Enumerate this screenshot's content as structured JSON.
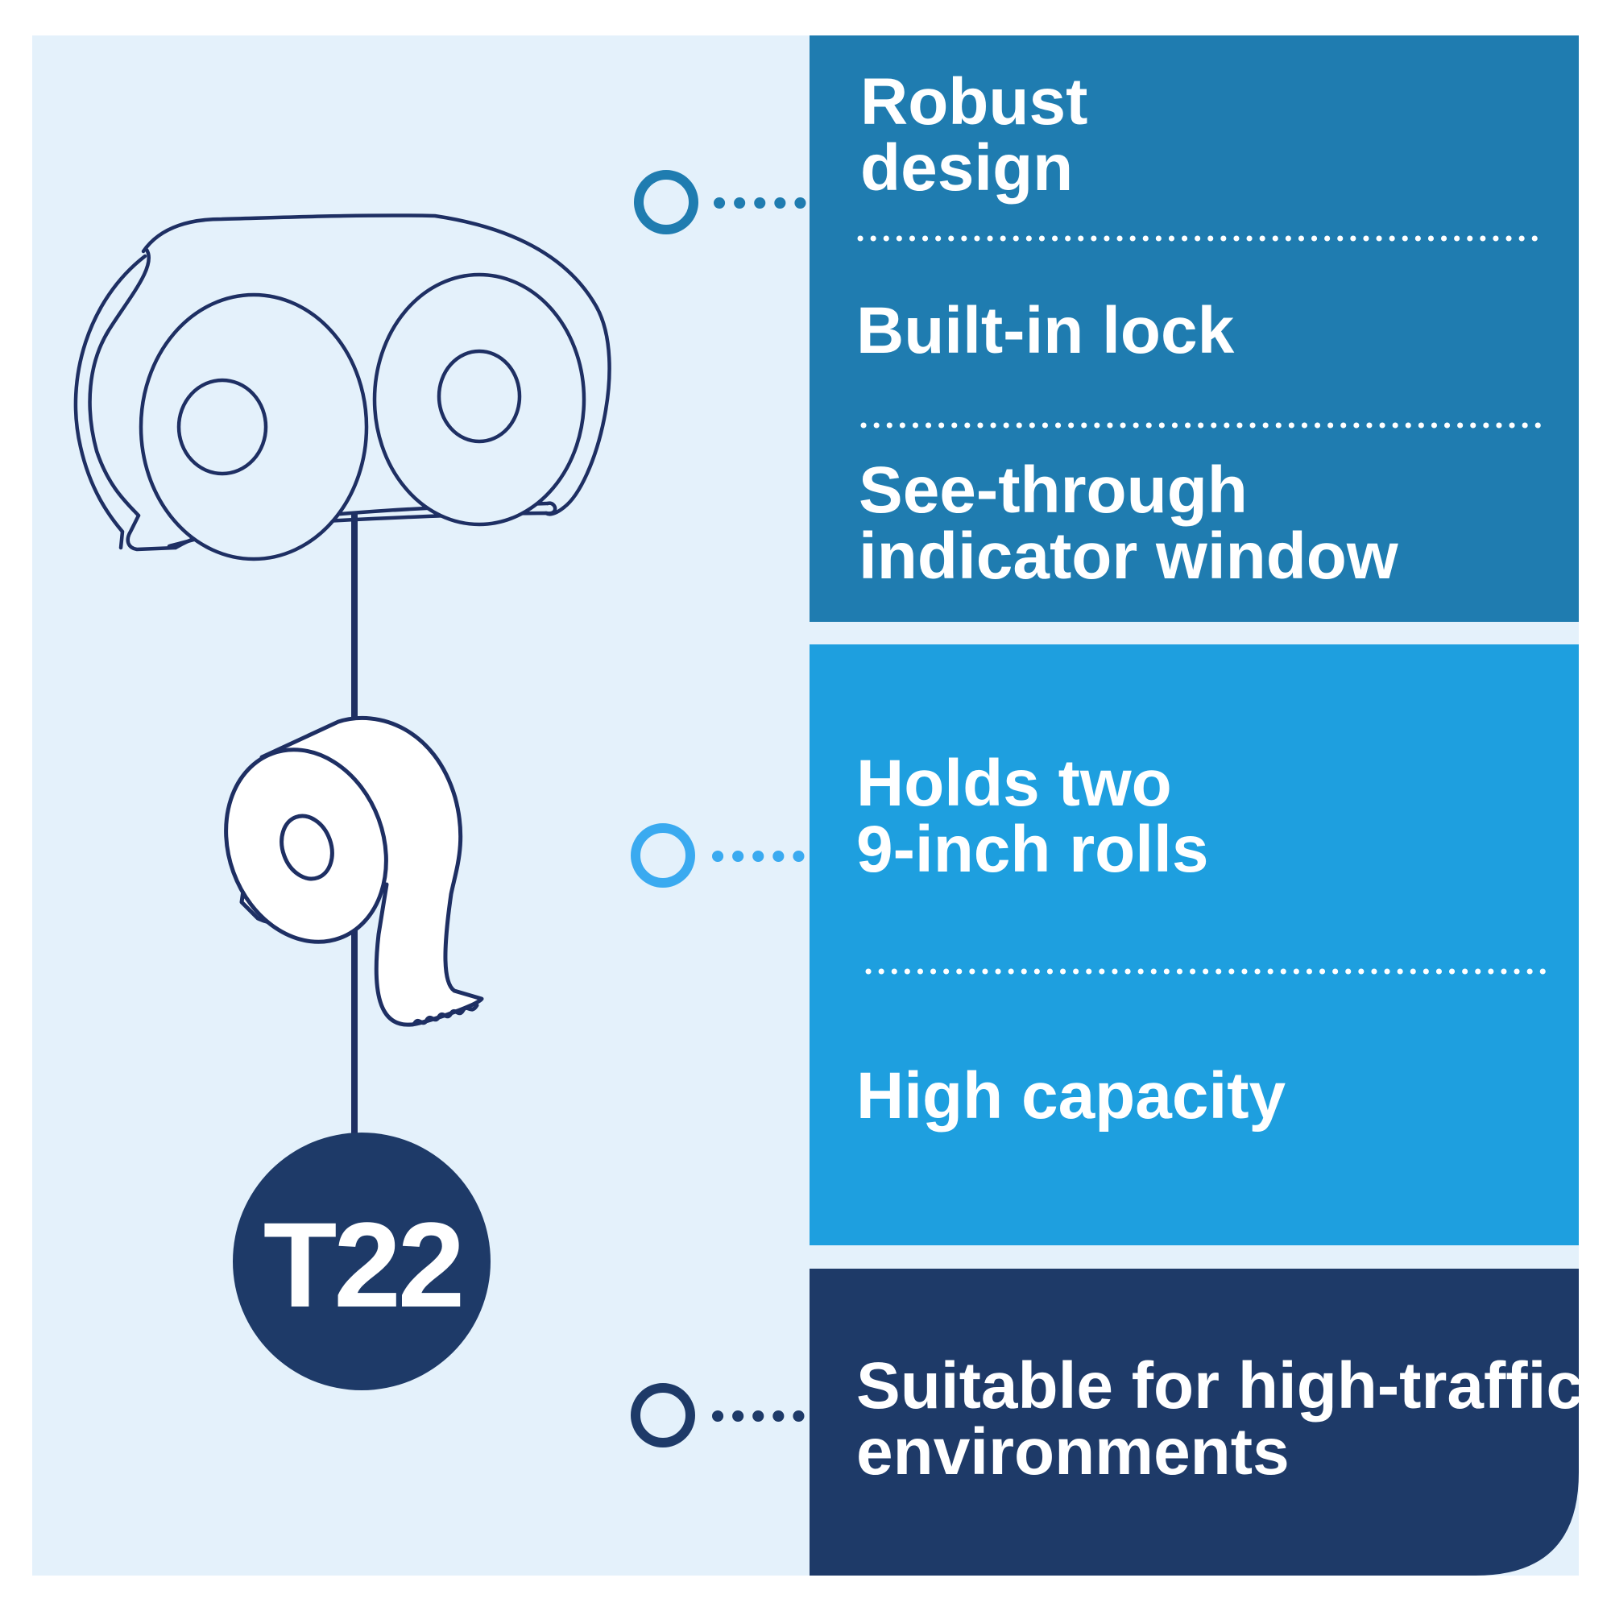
{
  "colors": {
    "background": "#e4f1fb",
    "panel_top": "#1f7cb0",
    "panel_middle": "#1e9fdf",
    "panel_bottom": "#1e3a68",
    "outline": "#1e2f63",
    "badge": "#1e3a68",
    "text": "#ffffff"
  },
  "illustration": {
    "dispenser": "twin-roll-dispenser-outline",
    "roll": "toilet-roll-outline"
  },
  "badge": {
    "label": "T22"
  },
  "features": {
    "top": {
      "robust": {
        "line1": "Robust",
        "line2": "design"
      },
      "lock": {
        "line1": "Built-in lock"
      },
      "window": {
        "line1": "See-through",
        "line2": "indicator window"
      }
    },
    "middle": {
      "rolls": {
        "line1": "Holds two",
        "line2": "9-inch rolls"
      },
      "capacity": {
        "line1": "High capacity"
      }
    },
    "bottom": {
      "traffic": {
        "line1": "Suitable for high-traffic",
        "line2": "environments"
      }
    }
  }
}
